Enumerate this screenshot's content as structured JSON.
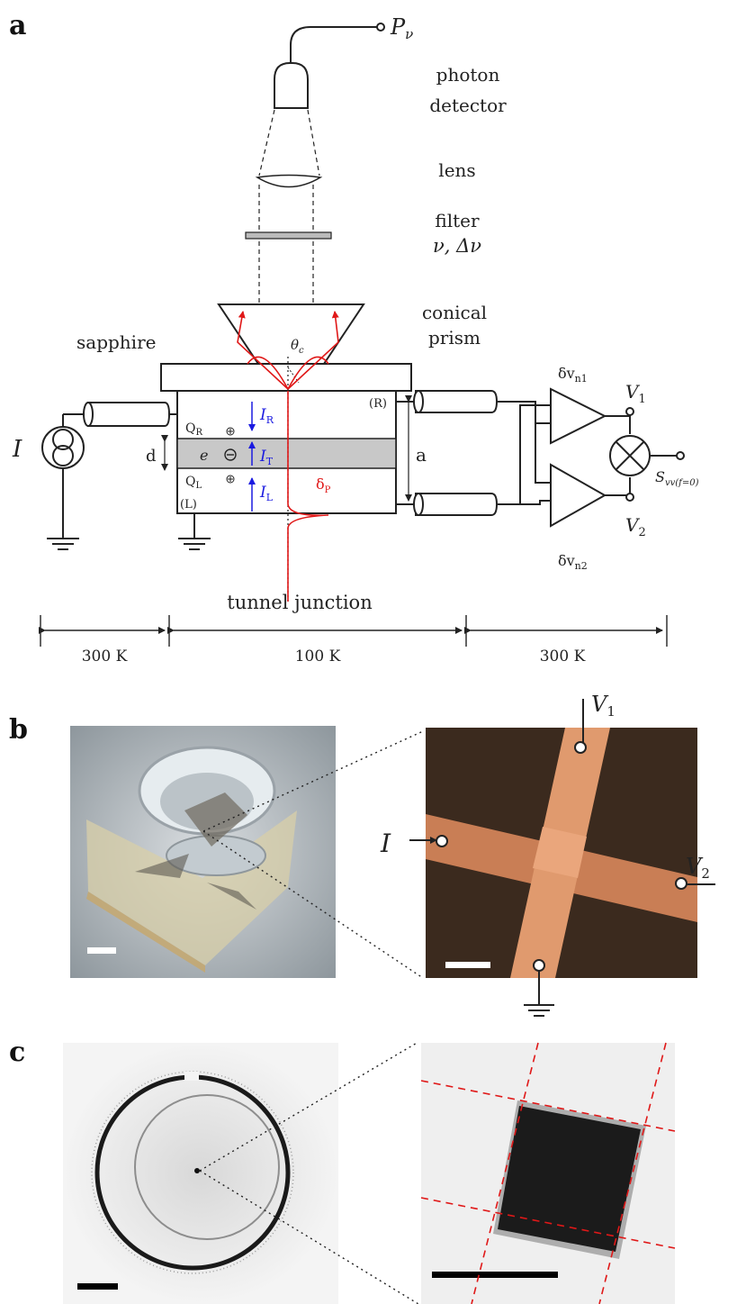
{
  "panels": {
    "a": "a",
    "b": "b",
    "c": "c"
  },
  "labels": {
    "p_nu": "P",
    "p_nu_sub": "ν",
    "photon": "photon",
    "detector": "detector",
    "lens": "lens",
    "filter": "filter",
    "filter_params": "ν, Δν",
    "conical": "conical",
    "prism": "prism",
    "sapphire": "sapphire",
    "theta": "θ",
    "theta_sub": "c",
    "q_r": "Q",
    "q_r_sub": "R",
    "q_l": "Q",
    "q_l_sub": "L",
    "r": "(R)",
    "l": "(L)",
    "d": "d",
    "e": "e",
    "a": "a",
    "i_r": "I",
    "i_r_sub": "R",
    "i_t": "I",
    "i_t_sub": "T",
    "i_l": "I",
    "i_l_sub": "L",
    "delta_p": "δ",
    "delta_p_sub": "P",
    "i_source": "I",
    "dv_n1": "δv",
    "dv_n1_sub": "n1",
    "dv_n2": "δv",
    "dv_n2_sub": "n2",
    "v1": "V",
    "v1_sub": "1",
    "v2": "V",
    "v2_sub": "2",
    "svv": "S",
    "svv_sub": "vv(f=0)",
    "tunnel_junction": "tunnel junction",
    "temp_left": "300 K",
    "temp_mid": "100 K",
    "temp_right": "300 K",
    "b_i": "I",
    "b_v1": "V",
    "b_v1_sub": "1",
    "b_v2": "V",
    "b_v2_sub": "2"
  },
  "colors": {
    "beam": "#e01818",
    "current": "#1a1ae0",
    "barrier": "#c8c8c8",
    "strip": "#e09a6e",
    "substrate": "#3b2a1e"
  }
}
